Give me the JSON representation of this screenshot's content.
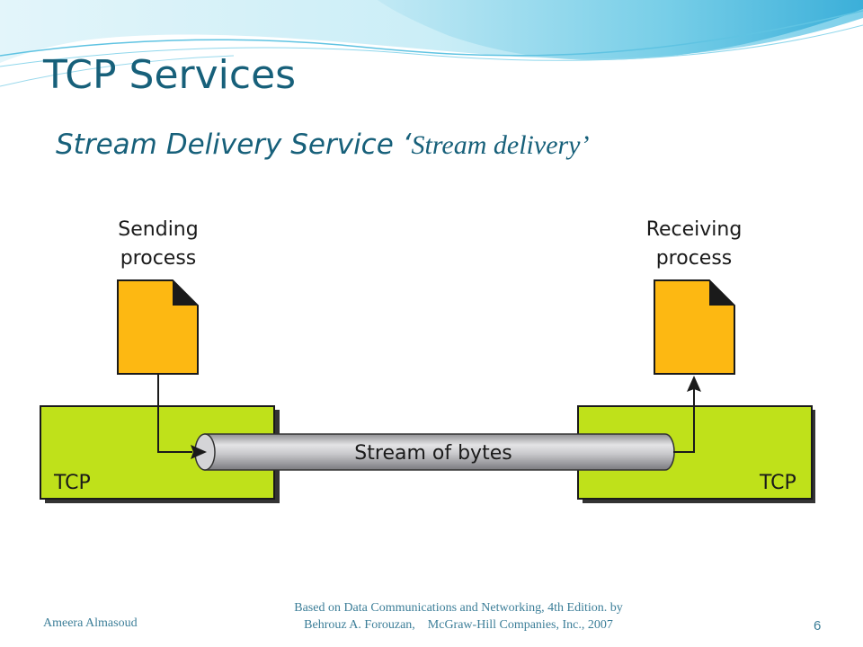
{
  "slide": {
    "title": "TCP Services",
    "subtitle_main": "Stream Delivery Service ‘",
    "subtitle_serif": "Stream delivery’",
    "theme_colors": {
      "title": "#17607a",
      "wave_light": "#cdeef7",
      "wave_mid": "#7fd3ea",
      "wave_dark": "#3ab3d9"
    }
  },
  "diagram": {
    "sender_label_line1": "Sending",
    "sender_label_line2": "process",
    "receiver_label_line1": "Receiving",
    "receiver_label_line2": "process",
    "tcp_left_label": "TCP",
    "tcp_right_label": "TCP",
    "stream_label": "Stream of bytes",
    "colors": {
      "document": "#fdb812",
      "tcp_box": "#bfe11a",
      "pipe": "#a9a9ad",
      "arrow": "#1a1a1a"
    }
  },
  "footer": {
    "author": "Ameera Almasoud",
    "citation_line1": "Based on Data Communications and Networking, 4th Edition. by",
    "citation_line2": "Behrouz A. Forouzan,    McGraw-Hill Companies, Inc., 2007",
    "page_number": "6"
  }
}
